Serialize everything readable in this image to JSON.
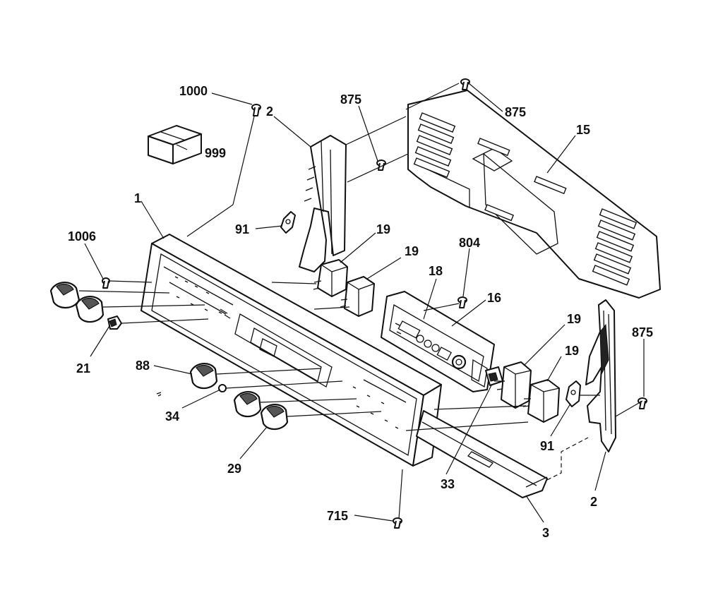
{
  "callouts": {
    "c1000": "1000",
    "c999": "999",
    "c2_top": "2",
    "c875_a": "875",
    "c875_b": "875",
    "c15": "15",
    "c1": "1",
    "c1006": "1006",
    "c91_top": "91",
    "c19_a": "19",
    "c19_b": "19",
    "c804": "804",
    "c18": "18",
    "c16": "16",
    "c19_c": "19",
    "c19_d": "19",
    "c875_c": "875",
    "c21": "21",
    "c88": "88",
    "c34": "34",
    "c29": "29",
    "c91_bottom": "91",
    "c33": "33",
    "c2_bottom": "2",
    "c715": "715",
    "c3": "3"
  }
}
